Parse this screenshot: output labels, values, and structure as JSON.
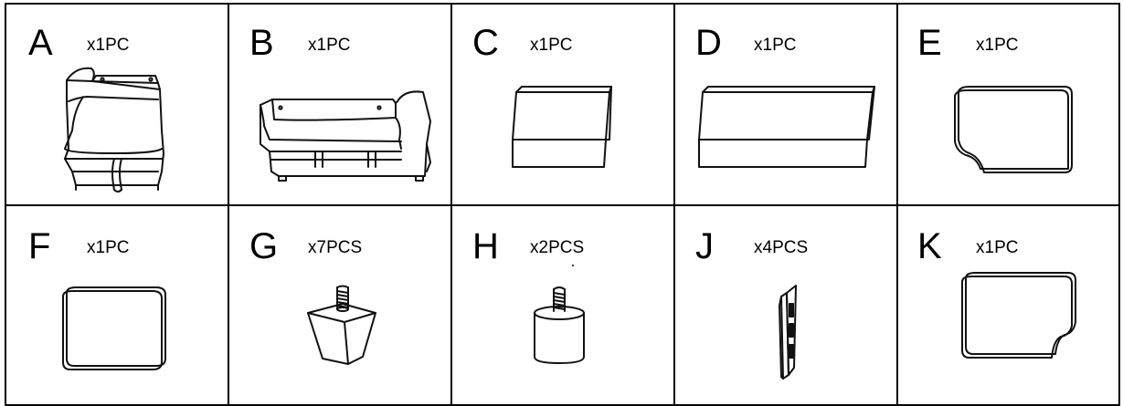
{
  "parts": [
    {
      "letter": "A",
      "qty": "x1PC",
      "icon": "sofa-chaise-pullout"
    },
    {
      "letter": "B",
      "qty": "x1PC",
      "icon": "sofa-bed-arm"
    },
    {
      "letter": "C",
      "qty": "x1PC",
      "icon": "back-cushion-small"
    },
    {
      "letter": "D",
      "qty": "x1PC",
      "icon": "back-cushion-long"
    },
    {
      "letter": "E",
      "qty": "x1PC",
      "icon": "seat-cushion-notched-left"
    },
    {
      "letter": "F",
      "qty": "x1PC",
      "icon": "seat-cushion-square"
    },
    {
      "letter": "G",
      "qty": "x7PCS",
      "icon": "tapered-leg-with-bolt"
    },
    {
      "letter": "H",
      "qty": "x2PCS",
      "icon": "round-foot-with-bolt"
    },
    {
      "letter": "J",
      "qty": "x4PCS",
      "icon": "connector-bracket"
    },
    {
      "letter": "K",
      "qty": "x1PC",
      "icon": "seat-cushion-notched-right"
    }
  ]
}
